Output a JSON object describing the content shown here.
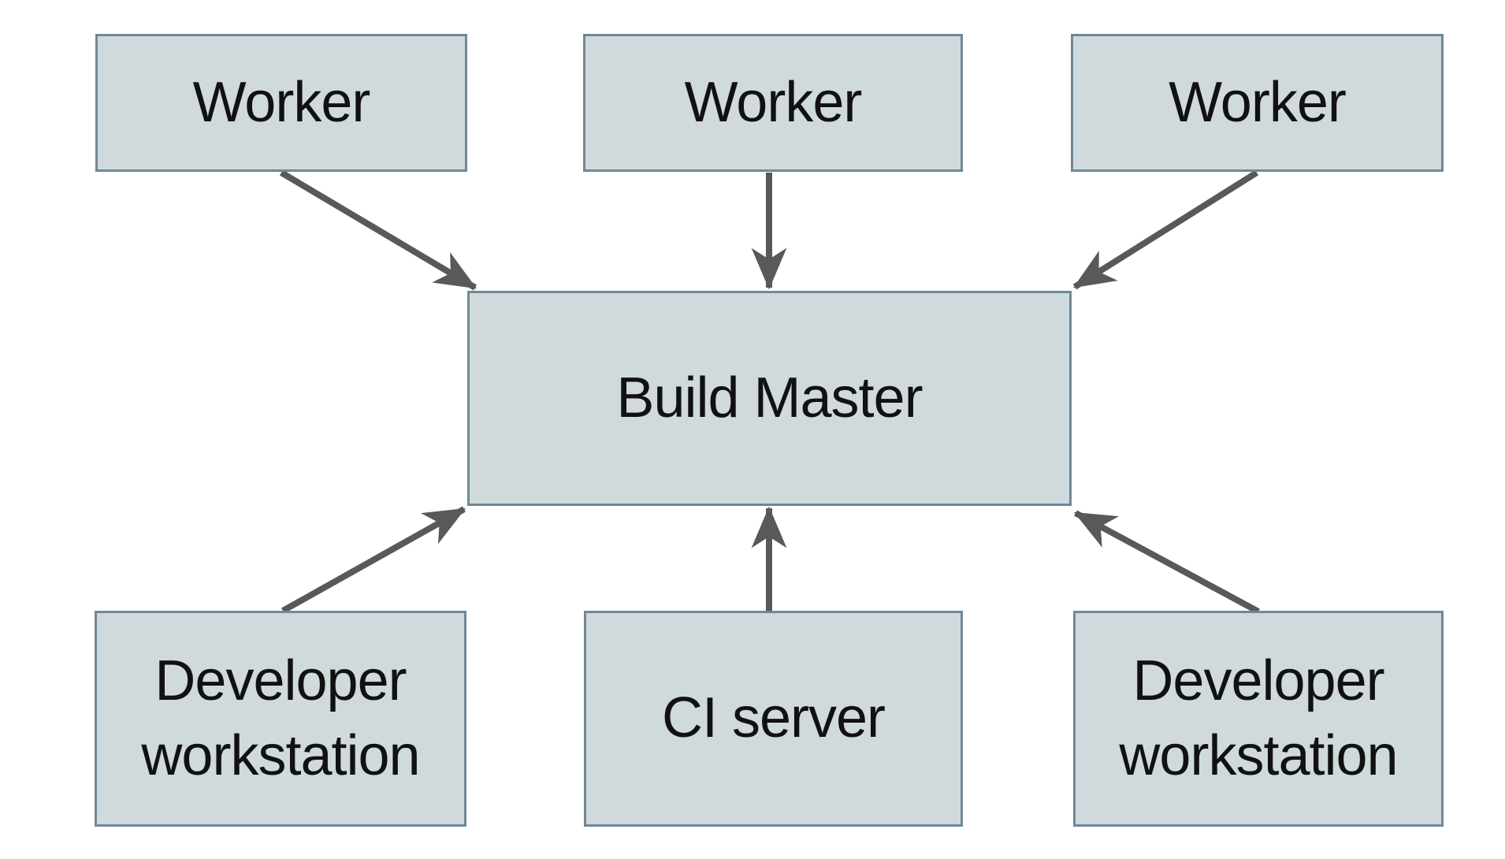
{
  "diagram": {
    "type": "architecture-diagram",
    "colors": {
      "background": "#ffffff",
      "node_fill": "#d0d9dc",
      "node_border": "#6f8898",
      "arrow": "#58595a",
      "text": "#111111"
    },
    "nodes": {
      "worker_left": {
        "label": "Worker"
      },
      "worker_center": {
        "label": "Worker"
      },
      "worker_right": {
        "label": "Worker"
      },
      "build_master": {
        "label": "Build Master"
      },
      "dev_workstation_left": {
        "label": "Developer workstation"
      },
      "ci_server": {
        "label": "CI server"
      },
      "dev_workstation_right": {
        "label": "Developer workstation"
      }
    },
    "edges": [
      {
        "from": "worker_left",
        "to": "build_master"
      },
      {
        "from": "worker_center",
        "to": "build_master"
      },
      {
        "from": "worker_right",
        "to": "build_master"
      },
      {
        "from": "dev_workstation_left",
        "to": "build_master"
      },
      {
        "from": "ci_server",
        "to": "build_master"
      },
      {
        "from": "dev_workstation_right",
        "to": "build_master"
      }
    ]
  }
}
